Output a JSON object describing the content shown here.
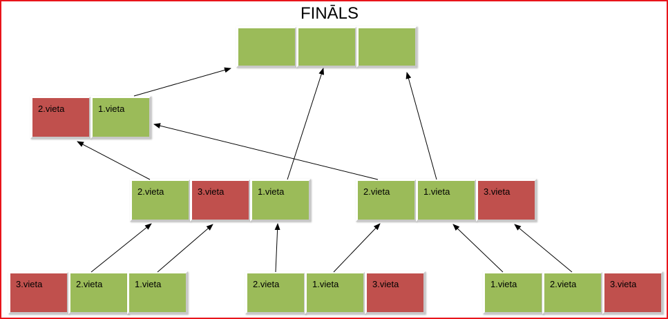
{
  "title": "FINĀLS",
  "colors": {
    "win": "#9bbb59",
    "lose": "#c0504d",
    "frame": "#e8141b"
  },
  "final": [
    "",
    "",
    ""
  ],
  "third_round": [
    "2.vieta",
    "1.vieta"
  ],
  "semi_left": [
    "2.vieta",
    "3.vieta",
    "1.vieta"
  ],
  "semi_right": [
    "2.vieta",
    "1.vieta",
    "3.vieta"
  ],
  "group_a": [
    "3.vieta",
    "2.vieta",
    "1.vieta"
  ],
  "group_b": [
    "2.vieta",
    "1.vieta",
    "3.vieta"
  ],
  "group_c": [
    "1.vieta",
    "2.vieta",
    "3.vieta"
  ]
}
